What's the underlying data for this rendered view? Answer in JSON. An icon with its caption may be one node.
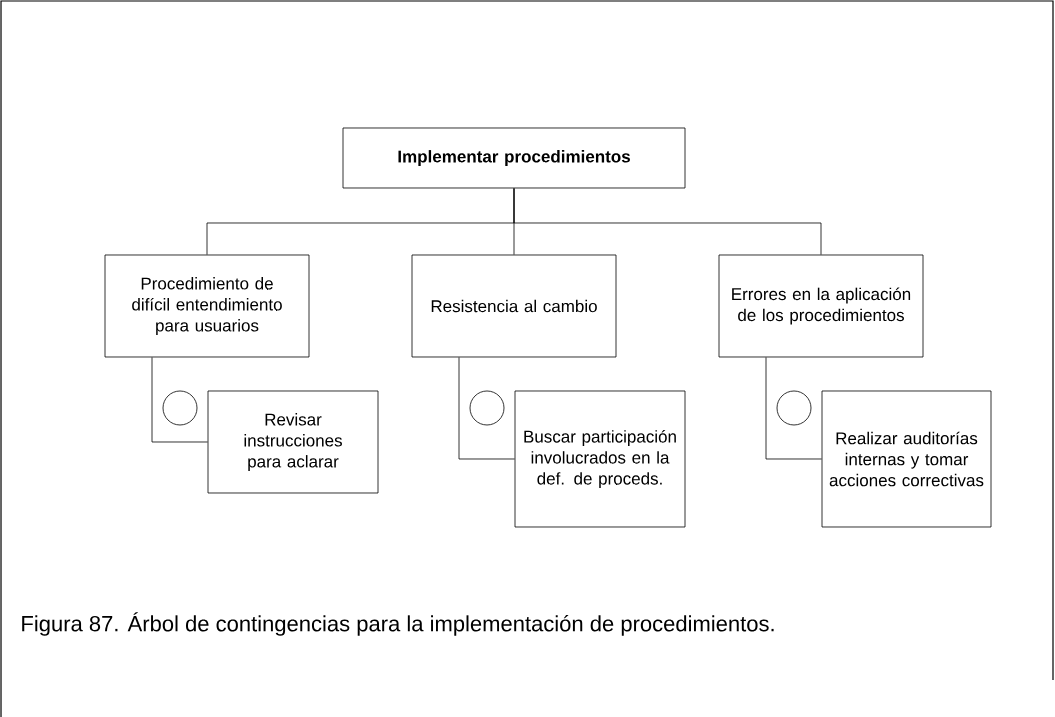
{
  "diagram": {
    "caption": "Figura 87. Árbol de contingencias para la implementación de procedimientos.",
    "nodes": [
      {
        "text": [
          "Implementar procedimientos"
        ]
      },
      {
        "text": [
          "Procedimiento de difícil entendimiento para usuarios"
        ]
      },
      {
        "text": [
          "Resistencia al cambio"
        ]
      },
      {
        "text": [
          "Errores en la aplicación de los procedimientos"
        ]
      },
      {
        "text": [],
        "shape": "circle"
      },
      {
        "text": [
          "Revisar instrucciones para aclarar"
        ]
      },
      {
        "text": [],
        "shape": "circle"
      },
      {
        "text": [
          "Buscar participación involucrados en la def. de proceds."
        ]
      },
      {
        "text": [],
        "shape": "circle"
      },
      {
        "text": [
          "Realizar auditorías internas y tomar acciones correctivas"
        ]
      }
    ],
    "edges": [
      {
        "from": 0,
        "to": 1,
        "arrow": "none"
      },
      {
        "from": 0,
        "to": 2,
        "arrow": "none"
      },
      {
        "from": 0,
        "to": 3,
        "arrow": "none"
      },
      {
        "from": 1,
        "to": 5,
        "arrow": "none"
      },
      {
        "from": 2,
        "to": 7,
        "arrow": "none"
      },
      {
        "from": 3,
        "to": 9,
        "arrow": "none"
      }
    ]
  }
}
